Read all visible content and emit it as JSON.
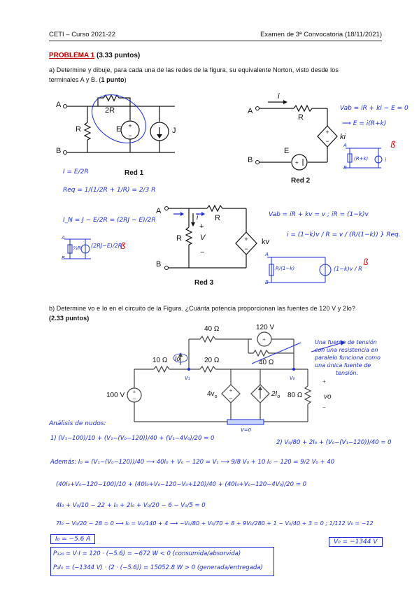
{
  "header": {
    "left": "CETI – Curso 2021-22",
    "right": "Examen de 3ª Convocatoria (18/11/2021)"
  },
  "problem": {
    "label": "PROBLEMA 1",
    "points": "(3.33 puntos)"
  },
  "part_a": {
    "line1": "a) Determine y dibuje, para cada una de las redes de la figura, su equivalente Norton, visto desde los",
    "line2": "terminales A y B. (",
    "points": "1 punto",
    "close": ")"
  },
  "part_b": {
    "line1": "b) Determine vo e Io en el circuito de la Figura. ¿Cuánta potencia proporcionan las fuentes de 120 V y 2Io?",
    "points": "(2.33 puntos)"
  },
  "red1": {
    "caption": "Red 1",
    "A": "A",
    "B": "B",
    "R": "R",
    "R2": "2R",
    "E": "E",
    "J": "J"
  },
  "red2": {
    "caption": "Red 2",
    "A": "A",
    "B": "B",
    "R": "R",
    "E": "E",
    "i": "i",
    "ki": "ki"
  },
  "red3": {
    "caption": "Red 3",
    "A": "A",
    "B": "B",
    "R1": "R",
    "R2": "R",
    "i": "i",
    "V": "V",
    "plus": "+",
    "minus": "−",
    "kv": "kv"
  },
  "circuit_b": {
    "r40a": "40 Ω",
    "v120": "120 V",
    "r10": "10 Ω",
    "r20": "20 Ω",
    "r40b": "40 Ω",
    "v100": "100 V",
    "dep4": "4v",
    "dep4sub": "o",
    "dep2": "2I",
    "dep2sub": "o",
    "r80": "80 Ω",
    "vo": "vo",
    "Io": "Io"
  },
  "handwriting": {
    "red1": [
      "I = E/2R",
      "Req = 1/(1/2R + 1/R) = 2/3 R",
      "I_N = J − E/2R = (2RJ − E)/2R"
    ],
    "red1_norton": [
      "⅔R",
      "(2RJ−E)/2R"
    ],
    "red2": [
      "Vab = iR + ki − E = 0",
      "⟹ E = i(R+k)"
    ],
    "red2_norton": [
      "(R+k)",
      "i"
    ],
    "red3": [
      "Vab = iR + kv = v ;  iR = (1−k)v",
      "i = (1−k)v / R = v / (R/(1−k))  } Req."
    ],
    "red3_norton": [
      "R/(1−k)",
      "(1−k)v / R"
    ],
    "note": [
      "Una fuente de tensión",
      "con una resistencia en",
      "paralelo funciona como",
      "una única fuente de",
      "tensión."
    ],
    "nodes_title": "Análisis de nudos:",
    "eq1": "1)  (V₁−100)/10 + (V₁−(V₀−120))/40 + (V₁−4V₀)/20 = 0",
    "eq2": "2)  V₀/80 + 2I₀ + (V₀−(V₁−120))/40 = 0",
    "ademas": "Además:  I₀ = (V₁−(V₀−120))/40  ⟶  40I₀ + V₀ − 120 = V₁  ⟶  9/8 V₀ + 10 I₀ − 120 = 9/2 V₀ + 40",
    "eq3": "(40I₀+V₀−120−100)/10 + (40I₀+V₀−120−V₀+120)/40 + (40I₀+V₀−120−4V₀)/20 = 0",
    "eq4": "4I₀ + V₀/10 − 22 + I₀ + 2I₀ + V₀/20 − 6 − V₀/5 = 0",
    "eq5": "7I₀ − V₀/20 − 28 = 0  ⟶  I₀ = V₀/140 + 4  ⟶  −V₀/80 + V₀/70 + 8 + 9V₀/280 + 1 − V₀/40 + 3 = 0 ;  1/112 V₀ = −12",
    "result_I": "I₀ = −5.6 A",
    "result_V": "V₀ = −1344 V",
    "p1": "P₁₂₀ = V·I = 120 · (−5.6) = −672 W < 0   (consumida/absorvida)",
    "p2": "P₂I₀ = (−1344 V) · (2 · (−5.6)) = 15052.8 W > 0   (generada/entregada)",
    "v0_label": "V=0",
    "v1": "V₁",
    "v0": "V₀"
  }
}
